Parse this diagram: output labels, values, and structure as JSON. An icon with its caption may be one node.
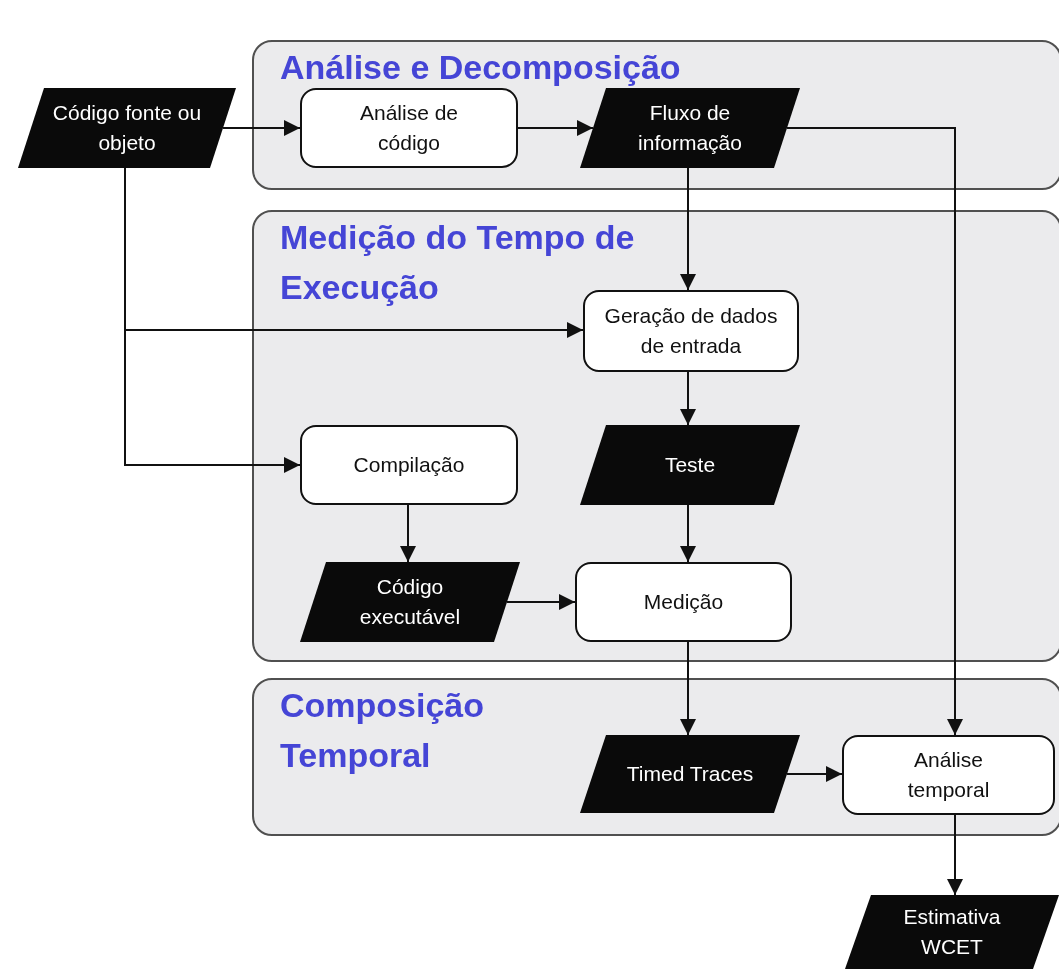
{
  "diagram": {
    "nodes": [
      {
        "text": [
          "Análise e Decomposição"
        ]
      },
      {
        "text": [
          "Código fonte ou objeto"
        ]
      },
      {
        "text": [
          "Análise de código"
        ],
        "in": 0
      },
      {
        "text": [
          "Fluxo de informação"
        ],
        "in": 0
      },
      {
        "text": [
          "Medição do Tempo de Execução"
        ]
      },
      {
        "text": [
          "Geração de dados de entrada"
        ],
        "in": 4
      },
      {
        "text": [
          "Compilação"
        ],
        "in": 4
      },
      {
        "text": [
          "Teste"
        ],
        "in": 4
      },
      {
        "text": [
          "Código executável"
        ],
        "in": 4
      },
      {
        "text": [
          "Medição"
        ],
        "in": 4
      },
      {
        "text": [
          "Composição Temporal"
        ]
      },
      {
        "text": [
          "Timed Traces"
        ],
        "in": 10
      },
      {
        "text": [
          "Análise temporal"
        ],
        "in": 10
      },
      {
        "text": [
          "Estimativa WCET"
        ]
      }
    ],
    "edges": [
      {
        "from": 1,
        "to": 2,
        "arrow": "to"
      },
      {
        "from": 2,
        "to": 3,
        "arrow": "to"
      },
      {
        "from": 3,
        "to": 5,
        "arrow": "to"
      },
      {
        "from": 3,
        "to": 12,
        "arrow": "to"
      },
      {
        "from": 1,
        "to": 5,
        "arrow": "to"
      },
      {
        "from": 1,
        "to": 6,
        "arrow": "to"
      },
      {
        "from": 5,
        "to": 7,
        "arrow": "to"
      },
      {
        "from": 6,
        "to": 8,
        "arrow": "to"
      },
      {
        "from": 7,
        "to": 9,
        "arrow": "to"
      },
      {
        "from": 8,
        "to": 9,
        "arrow": "to"
      },
      {
        "from": 9,
        "to": 11,
        "arrow": "to"
      },
      {
        "from": 11,
        "to": 12,
        "arrow": "to"
      },
      {
        "from": 12,
        "to": 13,
        "arrow": "to"
      }
    ]
  }
}
